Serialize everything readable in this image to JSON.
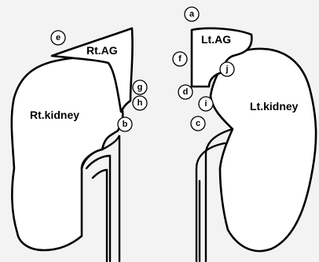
{
  "labels": {
    "right_adrenal": "Rt.AG",
    "left_adrenal": "Lt.AG",
    "right_kidney": "Rt.kidney",
    "left_kidney": "Lt.kidney"
  },
  "markers": {
    "a": "a",
    "b": "b",
    "c": "c",
    "d": "d",
    "e": "e",
    "f": "f",
    "g": "g",
    "h": "h",
    "i": "i",
    "j": "j"
  }
}
